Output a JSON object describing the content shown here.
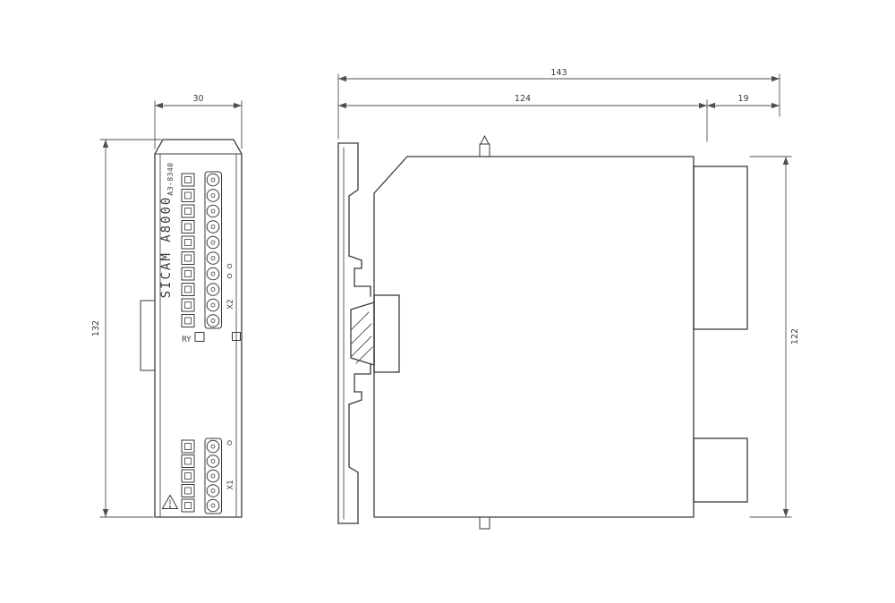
{
  "colors": {
    "line": "#3a3a3a",
    "dim": "#4f4f4f",
    "background": "#ffffff"
  },
  "front_view": {
    "dims": {
      "width": "30",
      "height": "132"
    },
    "labels": {
      "brand_model": "SICAM A8000",
      "part_number": "A3-8340",
      "led": "RY",
      "upper_connector": "X2",
      "lower_connector": "X1"
    },
    "terminals": {
      "upper_count": 10,
      "lower_count": 5
    }
  },
  "side_view": {
    "dims": {
      "total_width": "143",
      "housing_width": "124",
      "terminal_depth": "19",
      "height": "122"
    }
  }
}
